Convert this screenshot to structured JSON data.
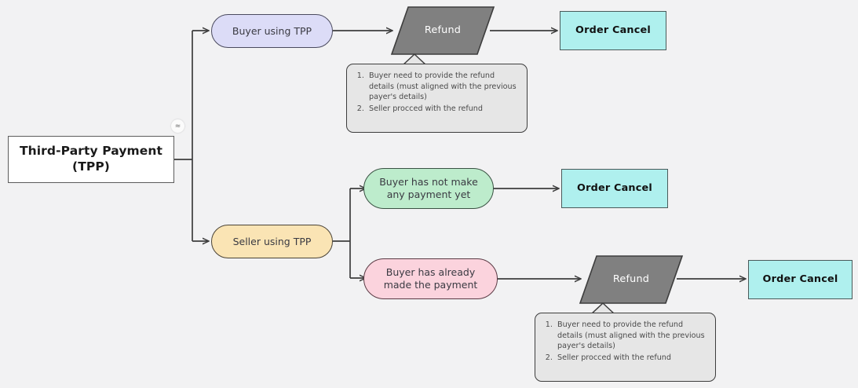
{
  "diagram": {
    "type": "flowchart",
    "background_color": "#f2f2f3",
    "badge_glyph": "≈",
    "nodes": {
      "start": {
        "label_line1": "Third-Party Payment",
        "label_line2": "(TPP)",
        "shape": "rectangle",
        "color": "#ffffff"
      },
      "buyer_using_tpp": {
        "label": "Buyer using TPP",
        "shape": "rounded-pill",
        "color": "#dcdcf7"
      },
      "seller_using_tpp": {
        "label": "Seller using TPP",
        "shape": "rounded-pill",
        "color": "#fae4b4"
      },
      "buyer_no_payment": {
        "label_line1": "Buyer has not make",
        "label_line2": "any payment yet",
        "shape": "rounded-pill",
        "color": "#bdeccc"
      },
      "buyer_already_paid": {
        "label_line1": "Buyer has already",
        "label_line2": "made the payment",
        "shape": "rounded-pill",
        "color": "#fbd3dd"
      },
      "refund_top": {
        "label": "Refund",
        "shape": "parallelogram",
        "color": "#808080"
      },
      "refund_bottom": {
        "label": "Refund",
        "shape": "parallelogram",
        "color": "#808080"
      },
      "order_cancel_1": {
        "label": "Order Cancel",
        "shape": "rectangle",
        "color": "#aff0ee"
      },
      "order_cancel_2": {
        "label": "Order Cancel",
        "shape": "rectangle",
        "color": "#aff0ee"
      },
      "order_cancel_3": {
        "label": "Order Cancel",
        "shape": "rectangle",
        "color": "#aff0ee"
      }
    },
    "notes": {
      "note_top": {
        "items": [
          "Buyer need to provide the refund details (must aligned with the previous payer's details)",
          "Seller procced with the refund"
        ]
      },
      "note_bottom": {
        "items": [
          "Buyer need to provide the refund details (must aligned with the previous payer's details)",
          "Seller procced with the refund"
        ]
      }
    }
  }
}
